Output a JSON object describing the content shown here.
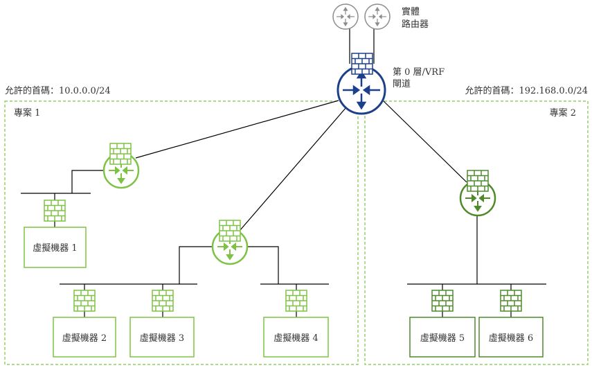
{
  "labels": {
    "physical_routers_line1": "實體",
    "physical_routers_line2": "路由器",
    "gateway_line1": "第 0 層/VRF",
    "gateway_line2": "閘道",
    "project1_prefix": "允許的首碼：10.0.0.0/24",
    "project2_prefix": "允許的首碼：192.168.0.0/24",
    "project1_name": "專案 1",
    "project2_name": "專案 2"
  },
  "vms": [
    {
      "label": "虛擬機器 1"
    },
    {
      "label": "虛擬機器 2"
    },
    {
      "label": "虛擬機器 3"
    },
    {
      "label": "虛擬機器 4"
    },
    {
      "label": "虛擬機器 5"
    },
    {
      "label": "虛擬機器 6"
    }
  ],
  "colors": {
    "project1_green": "#7dc242",
    "project2_green": "#4f8a2a",
    "gateway_blue": "#1c3f8c",
    "physical_gray": "#8c8c8c",
    "line": "#000000"
  },
  "icons": {
    "router": "router-icon",
    "firewall": "firewall-icon"
  }
}
